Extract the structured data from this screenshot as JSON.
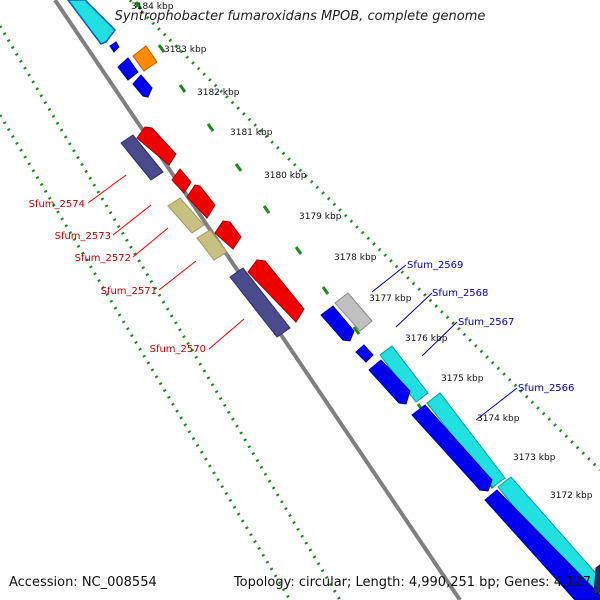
{
  "title": "Syntrophobacter fumaroxidans MPOB, complete genome",
  "accession": "Accession: NC_008554",
  "summary": "Topology: circular; Length: 4,990,251 bp; Genes: 4,127",
  "kbp_ticks": [
    "3184 kbp",
    "3183 kbp",
    "3182 kbp",
    "3181 kbp",
    "3180 kbp",
    "3179 kbp",
    "3178 kbp",
    "3177 kbp",
    "3176 kbp",
    "3175 kbp",
    "3174 kbp",
    "3173 kbp",
    "3172 kbp"
  ],
  "genes_left": [
    "Sfum_2574",
    "Sfum_2573",
    "Sfum_2572",
    "Sfum_2571",
    "Sfum_2570"
  ],
  "genes_right": [
    "Sfum_2569",
    "Sfum_2568",
    "Sfum_2567",
    "Sfum_2566"
  ],
  "colors": {
    "backbone": "#808080",
    "dots": "#1a8a1a",
    "red": "#ee0000",
    "navy": "#4a4a8c",
    "khaki": "#c8c080",
    "blue": "#0000ee",
    "cyan": "#22e0e0",
    "orange": "#ff8c00",
    "gray": "#c0c0c0",
    "label_red": "#c00000",
    "label_blue": "#0000b0"
  }
}
